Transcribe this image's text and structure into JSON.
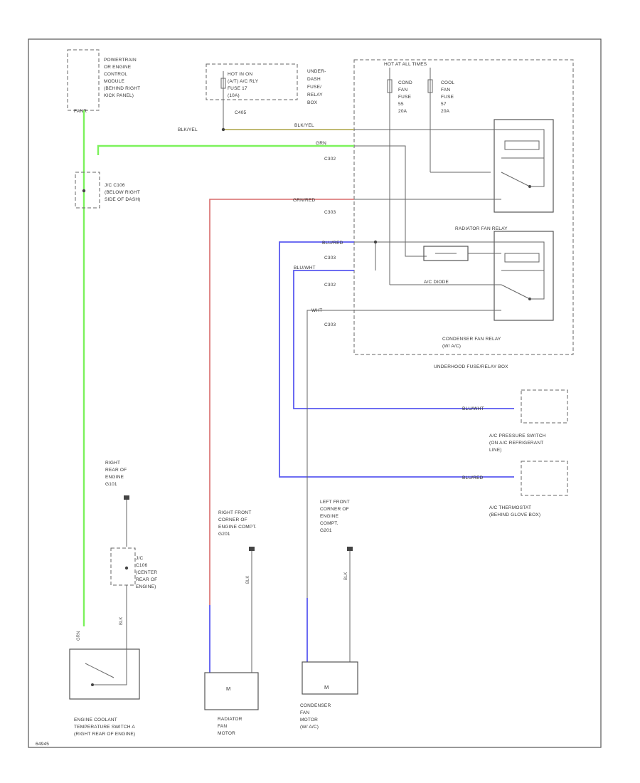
{
  "components": {
    "pcm": [
      "POWERTRAIN",
      "OR ENGINE",
      "CONTROL",
      "MODULE",
      "(BEHIND RIGHT",
      "KICK PANEL)"
    ],
    "pcm_pin": "FANR",
    "underdash_fuse": [
      "UNDER-",
      "DASH",
      "FUSE/",
      "RELAY",
      "BOX"
    ],
    "underdash_inner": [
      "HOT IN ON",
      "(A/T) A/C RLY",
      "FUSE 17",
      "(10A)"
    ],
    "underdash_conn": "C405",
    "hot_at_all_times": "HOT AT ALL TIMES",
    "fuses_left": [
      "COND",
      "FAN",
      "FUSE",
      "55",
      "20A"
    ],
    "fuses_right": [
      "COOL",
      "FAN",
      "FUSE",
      "57",
      "20A"
    ],
    "jc1": [
      "J/C C106",
      "(BELOW RIGHT",
      "SIDE OF DASH)"
    ],
    "radiator_relay": "RADIATOR FAN RELAY",
    "ac_diode": "A/C DIODE",
    "condenser_relay": [
      "CONDENSER FAN RELAY",
      "(W/ A/C)"
    ],
    "underhood_box": "UNDERHOOD FUSE/RELAY BOX",
    "ac_pressure": [
      "A/C PRESSURE SWITCH",
      "(ON A/C REFRIGERANT",
      "LINE)"
    ],
    "ac_thermostat": [
      "A/C THERMOSTAT",
      "(BEHIND GLOVE BOX)"
    ],
    "ground_right_rear": [
      "RIGHT",
      "REAR OF",
      "ENGINE",
      "G101"
    ],
    "jc2": [
      "J/C",
      "C106",
      "(CENTER",
      "REAR OF",
      "ENGINE)"
    ],
    "ground_right_front": [
      "RIGHT FRONT",
      "CORNER OF",
      "ENGINE COMPT.",
      "G201"
    ],
    "ground_left_front": [
      "LEFT FRONT",
      "CORNER OF",
      "ENGINE",
      "COMPT.",
      "G201"
    ],
    "ect_switch": [
      "ENGINE COOLANT",
      "TEMPERATURE SWITCH A",
      "(RIGHT REAR OF ENGINE)"
    ],
    "radiator_motor": [
      "RADIATOR",
      "FAN",
      "MOTOR"
    ],
    "condenser_motor": [
      "CONDENSER",
      "FAN",
      "MOTOR",
      "(W/ A/C)"
    ],
    "motor_symbol": "M"
  },
  "wires": {
    "blk_yel": "BLK/YEL",
    "grn": "GRN",
    "grn_red": "GRN/RED",
    "blu_red": "BLU/RED",
    "blu_wht": "BLU/WHT",
    "blu_wht2": "BLU/WHT",
    "wht": "WHT",
    "blk": "BLK",
    "blk2": "BLK"
  },
  "connectors": [
    "C302",
    "C303",
    "C303",
    "C302",
    "C303"
  ],
  "footer_code": "64945"
}
